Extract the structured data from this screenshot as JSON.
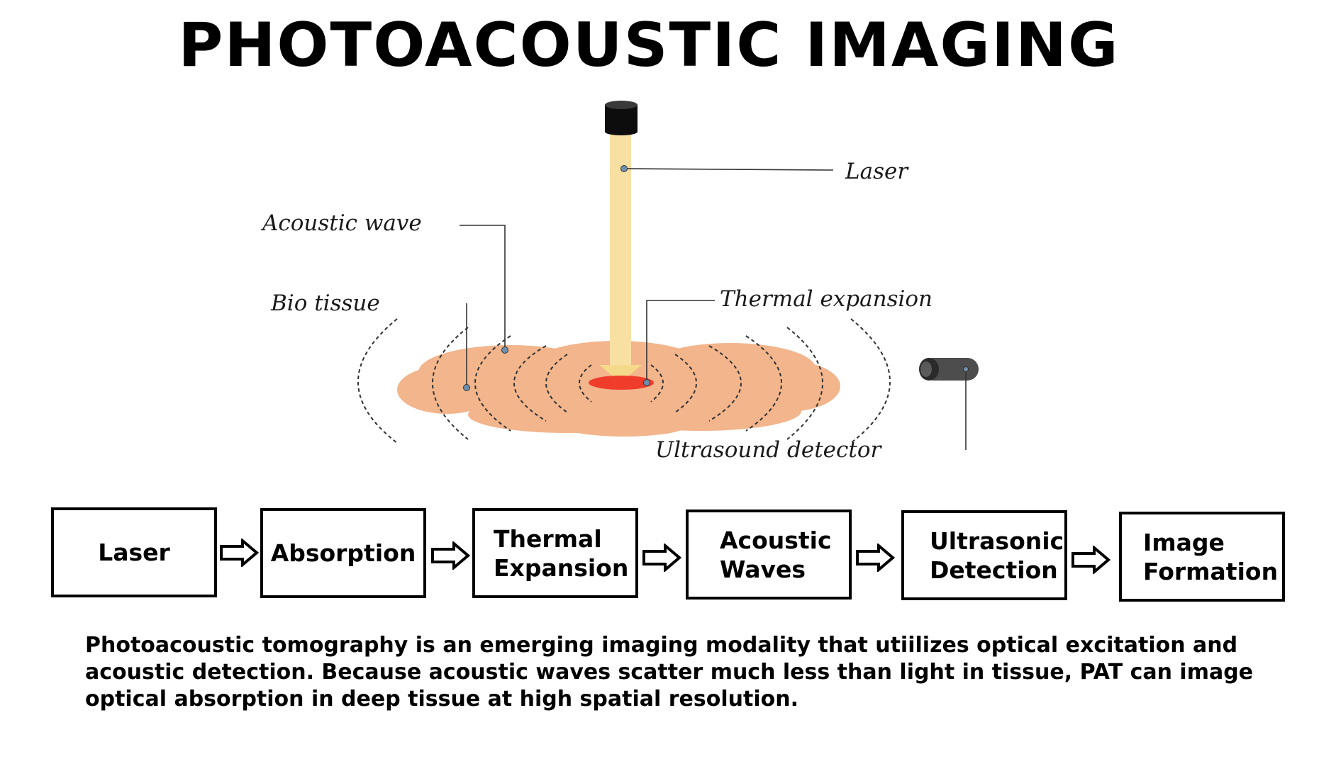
{
  "title": "PHOTOACOUSTIC IMAGING",
  "illustration": {
    "labels": {
      "laser": "Laser",
      "acoustic_wave": "Acoustic wave",
      "bio_tissue": "Bio tissue",
      "thermal_expansion": "Thermal expansion",
      "ultrasound_detector": "Ultrasound detector"
    }
  },
  "flow": {
    "steps": [
      {
        "label": "Laser"
      },
      {
        "label": "Absorption"
      },
      {
        "label": "Thermal Expansion",
        "lines": [
          "Thermal",
          "Expansion"
        ]
      },
      {
        "label": "Acoustic Waves",
        "lines": [
          "Acoustic",
          "Waves"
        ]
      },
      {
        "label": "Ultrasonic Detection",
        "lines": [
          "Ultrasonic",
          "Detection"
        ]
      },
      {
        "label": "Image Formation",
        "lines": [
          "Image",
          "Formation"
        ]
      }
    ]
  },
  "caption": {
    "line1": "Photoacoustic tomography is an emerging imaging modality that utiilizes optical excitation and",
    "line2": "acoustic detection. Because acoustic waves scatter much less than light in tissue, PAT can image",
    "line3": "optical absorption in deep tissue at high spatial resolution."
  },
  "colors": {
    "tissue": "#f2b58c",
    "laser_beam": "#f8e0a3",
    "hotspot": "#f03c2a",
    "detector": "#4d4d4d"
  }
}
